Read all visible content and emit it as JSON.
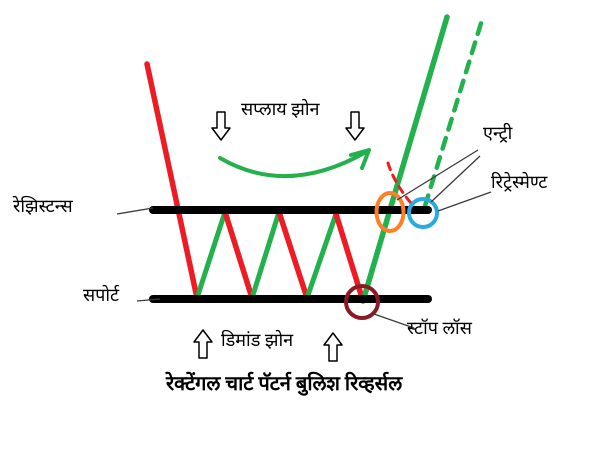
{
  "title": "रेक्टेंगल चार्ट पॅटर्न बुलिश रिव्हर्सल",
  "labels": {
    "resistance": "रेझिस्टन्स",
    "support": "सपोर्ट",
    "supply_zone": "सप्लाय झोन",
    "demand_zone": "डिमांड झोन",
    "entry": "एन्ट्री",
    "retracement": "रिट्रेस्मेण्ट",
    "stop_loss": "स्टॉप लॉस"
  },
  "colors": {
    "bullish_green": "#22b14c",
    "bearish_red": "#ed1c24",
    "entry_circle_orange": "#ff7f27",
    "retracement_circle_blue": "#29abe2",
    "stop_loss_circle_dark_red": "#8b1a24",
    "level_line_black": "#000000",
    "pointer_line_gray": "#3a3a3a"
  }
}
